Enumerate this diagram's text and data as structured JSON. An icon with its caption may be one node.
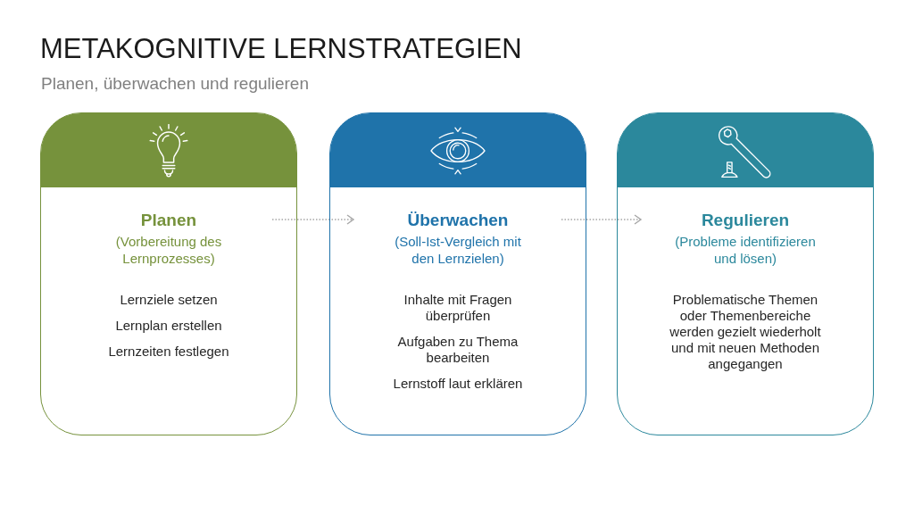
{
  "diagram": {
    "title": "METAKOGNITIVE LERNSTRATEGIEN",
    "nodes": [
      {
        "text": [
          "Planen",
          "(Vorbereitung des Lernprozesses)",
          "Lernziele setzen",
          "Lernplan erstellen",
          "Lernzeiten festlegen"
        ]
      },
      {
        "text": [
          "Überwachen",
          "(Soll-Ist-Vergleich mit den Lernzielen)",
          "Inhalte mit Fragen überprüfen",
          "Aufgaben zu Thema bearbeiten",
          "Lernstoff laut erklären"
        ]
      },
      {
        "text": [
          "Regulieren",
          "(Probleme identifizieren und lösen)",
          "Problematische Themen oder Themenbereiche werden gezielt wiederholt und mit neuen Methoden angegangen"
        ]
      }
    ],
    "edges": [
      {
        "from": 0,
        "to": 1,
        "arrow": "to",
        "style": "dashed"
      },
      {
        "from": 1,
        "to": 2,
        "arrow": "to",
        "style": "dashed"
      }
    ],
    "labels": [
      "Planen, überwachen und regulieren"
    ]
  }
}
